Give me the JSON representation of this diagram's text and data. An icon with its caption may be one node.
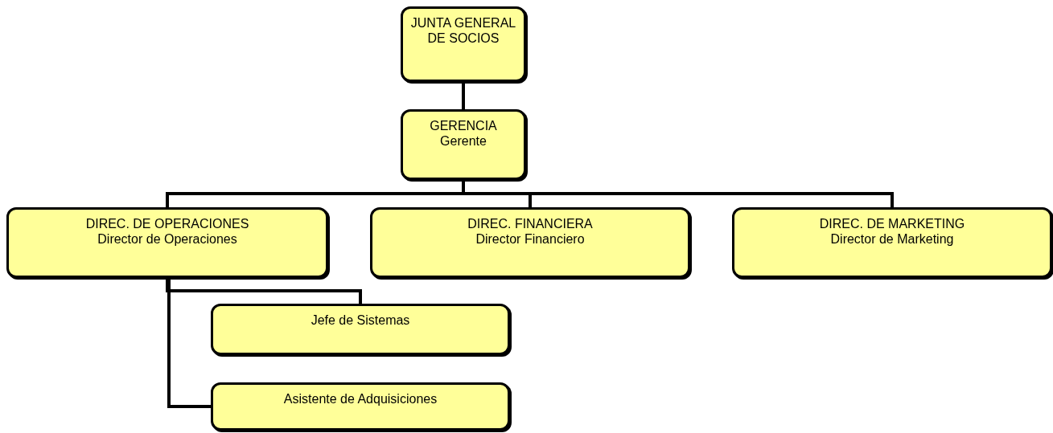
{
  "diagram": {
    "nodes": [
      {
        "text": [
          "JUNTA GENERAL DE SOCIOS"
        ]
      },
      {
        "text": [
          "GERENCIA",
          "Gerente"
        ]
      },
      {
        "text": [
          "DIREC. DE OPERACIONES",
          "Director de Operaciones"
        ]
      },
      {
        "text": [
          "DIREC. FINANCIERA",
          "Director Financiero"
        ]
      },
      {
        "text": [
          "DIREC. DE MARKETING",
          "Director de Marketing"
        ]
      },
      {
        "text": [
          "Jefe de Sistemas"
        ]
      },
      {
        "text": [
          "Asistente de Adquisiciones"
        ]
      }
    ],
    "edges": [
      {
        "from": 0,
        "to": 1,
        "arrow": "none"
      },
      {
        "from": 1,
        "to": 2,
        "arrow": "none"
      },
      {
        "from": 1,
        "to": 3,
        "arrow": "none"
      },
      {
        "from": 1,
        "to": 4,
        "arrow": "none"
      },
      {
        "from": 2,
        "to": 5,
        "arrow": "none"
      },
      {
        "from": 2,
        "to": 6,
        "arrow": "none"
      }
    ]
  }
}
